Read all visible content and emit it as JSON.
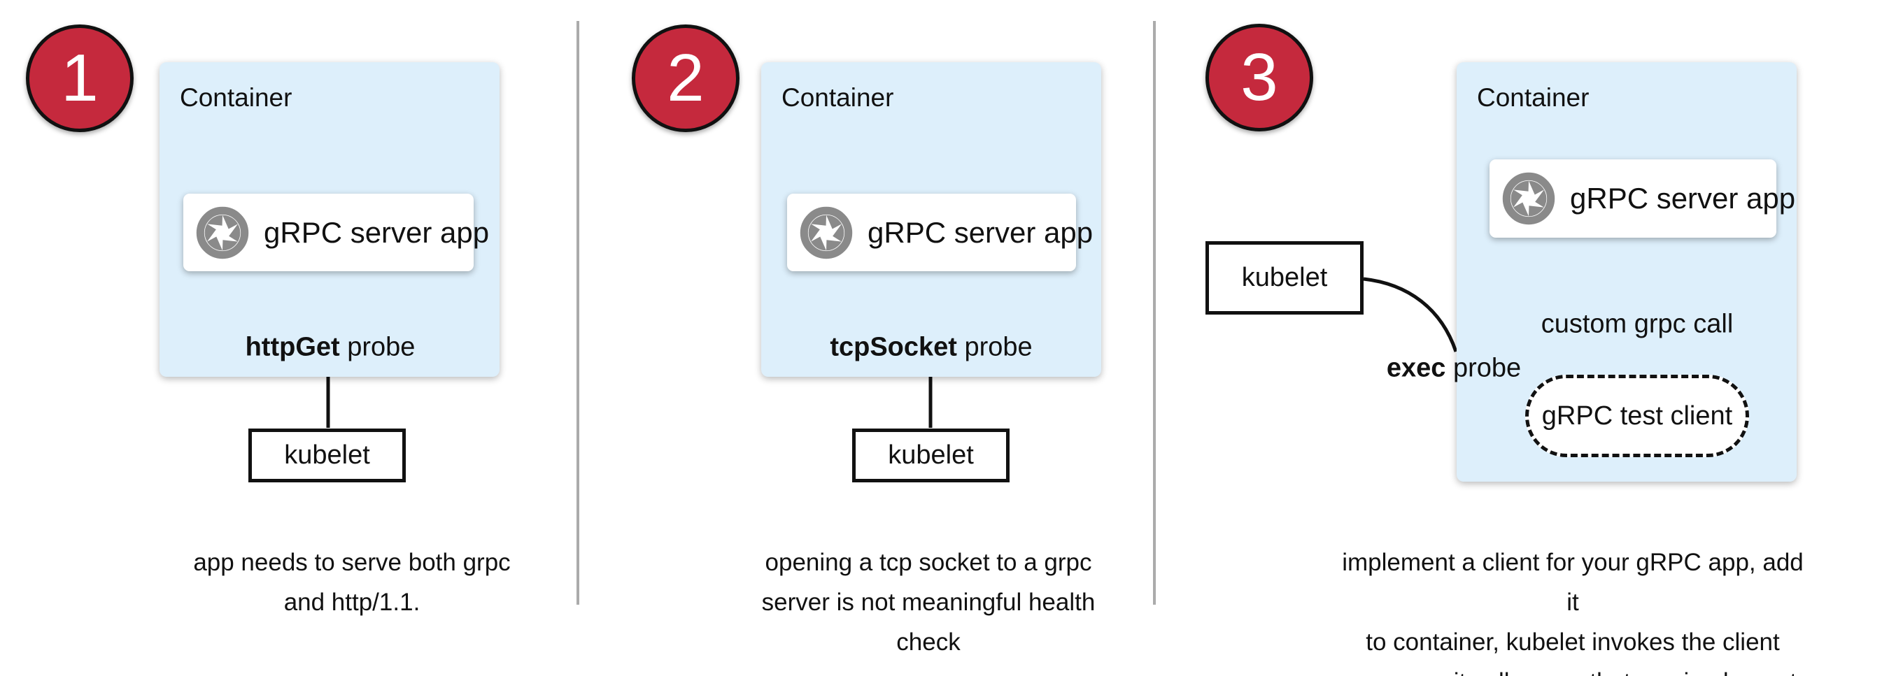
{
  "colors": {
    "badge_red": "#c5293d",
    "container_blue": "#ddeffb",
    "icon_gray": "#8a8a8a",
    "divider_gray": "#ababab",
    "line_black": "#111111"
  },
  "panels": [
    {
      "badge": "1",
      "container_label": "Container",
      "app_label": "gRPC server app",
      "probe": {
        "bold": "httpGet",
        "rest": " probe"
      },
      "kubelet_label": "kubelet",
      "caption_lines": [
        "app needs to serve both grpc",
        "and http/1.1."
      ]
    },
    {
      "badge": "2",
      "container_label": "Container",
      "app_label": "gRPC server app",
      "probe": {
        "bold": "tcpSocket",
        "rest": " probe"
      },
      "kubelet_label": "kubelet",
      "caption_lines": [
        "opening a tcp socket to a grpc",
        "server is not meaningful health",
        "check"
      ]
    },
    {
      "badge": "3",
      "container_label": "Container",
      "app_label": "gRPC server app",
      "probe": {
        "bold": "exec",
        "rest": " probe"
      },
      "kubelet_label": "kubelet",
      "custom_call_label": "custom grpc call",
      "test_client_label": "gRPC test client",
      "caption_lines": [
        "implement a client for your gRPC app, add it",
        "to container, kubelet invokes the client",
        "program, it calls a rpc that you implement"
      ]
    }
  ]
}
